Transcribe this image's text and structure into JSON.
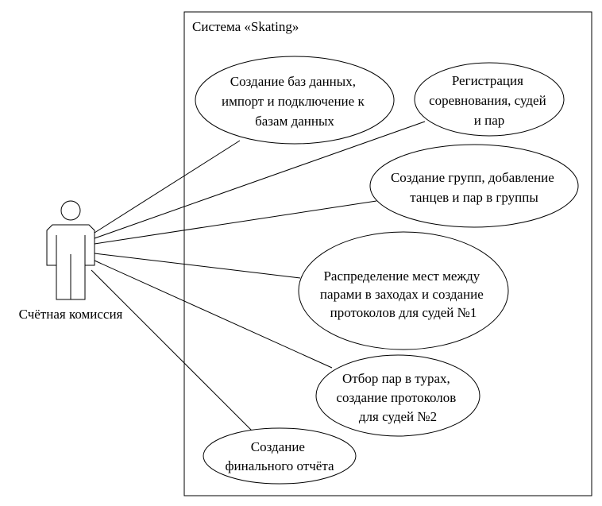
{
  "system": {
    "title": "Система «Skating»"
  },
  "actor": {
    "label": "Счётная комиссия"
  },
  "use_cases": [
    {
      "id": "uc-databases",
      "lines": [
        "Создание баз данных,",
        "импорт и подключение к",
        "базам данных"
      ]
    },
    {
      "id": "uc-registration",
      "lines": [
        "Регистрация",
        "соревнования, судей",
        "и пар"
      ]
    },
    {
      "id": "uc-groups",
      "lines": [
        "Создание групп, добавление",
        "танцев и пар в группы"
      ]
    },
    {
      "id": "uc-places",
      "lines": [
        "Распределение мест между",
        "парами в заходах и создание",
        "протоколов для судей №1"
      ]
    },
    {
      "id": "uc-selection",
      "lines": [
        "Отбор пар в турах,",
        "создание протоколов",
        "для судей №2"
      ]
    },
    {
      "id": "uc-final-report",
      "lines": [
        "Создание",
        "финального отчёта"
      ]
    }
  ],
  "colors": {
    "stroke": "#000000",
    "fill": "#ffffff"
  }
}
